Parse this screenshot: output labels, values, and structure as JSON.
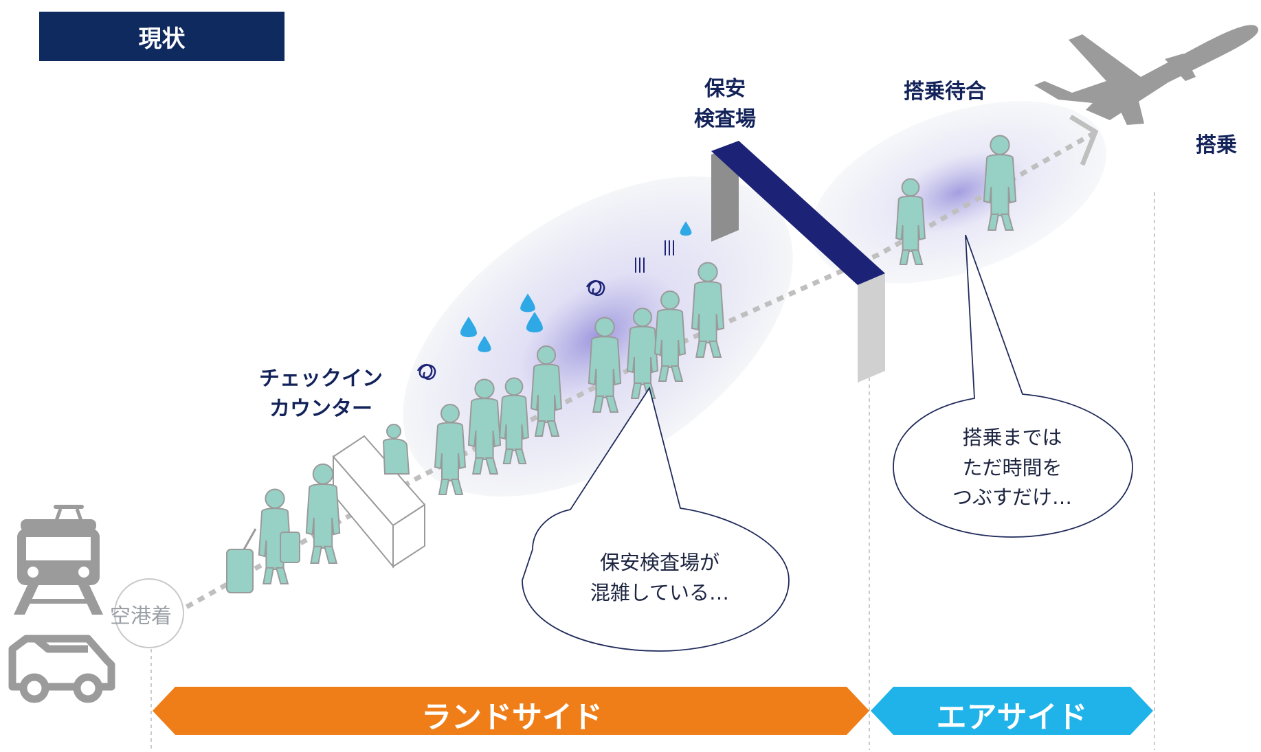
{
  "header": {
    "title": "現状"
  },
  "stations": {
    "checkin": "チェックイン\nカウンター",
    "security": "保安\n検査場",
    "waiting": "搭乗待合",
    "boarding": "搭乗",
    "arrival": "空港着"
  },
  "bubbles": {
    "security_crowded": "保安検査場が\n混雑している…",
    "waiting_idle": "搭乗までは\nただ時間を\nつぶすだけ…"
  },
  "zones": {
    "landside": "ランドサイド",
    "airside": "エアサイド"
  },
  "colors": {
    "header_bg": "#0f2a5e",
    "person": "#97d1c6",
    "landside": "#f07e18",
    "airside": "#1fb3ea",
    "gate": "#1c2377",
    "grey_icon": "#9b9b9b"
  },
  "icons": [
    "train-icon",
    "car-icon",
    "airplane-icon",
    "sweat-drop-icon",
    "stress-scribble-icon"
  ]
}
